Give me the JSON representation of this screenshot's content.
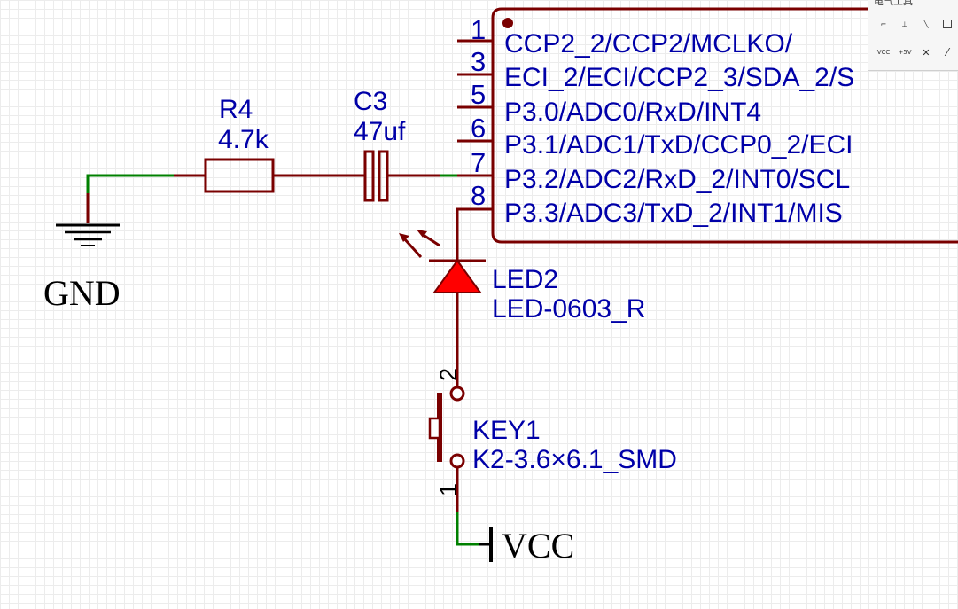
{
  "schematic": {
    "ground": {
      "label": "GND"
    },
    "resistor": {
      "designator": "R4",
      "value": "4.7k"
    },
    "capacitor": {
      "designator": "C3",
      "value": "47uf"
    },
    "led": {
      "designator": "LED2",
      "footprint": "LED-0603_R"
    },
    "key": {
      "designator": "KEY1",
      "footprint": "K2-3.6×6.1_SMD",
      "pin_top": "2",
      "pin_bottom": "1"
    },
    "power": {
      "label": "VCC"
    },
    "ic": {
      "pins": [
        {
          "number": "1",
          "name": "CCP2_2/CCP2/MCLKO/"
        },
        {
          "number": "3",
          "name": "ECI_2/ECI/CCP2_3/SDA_2/S"
        },
        {
          "number": "5",
          "name": "P3.0/ADC0/RxD/INT4"
        },
        {
          "number": "6",
          "name": "P3.1/ADC1/TxD/CCP0_2/ECI"
        },
        {
          "number": "7",
          "name": "P3.2/ADC2/RxD_2/INT0/SCL"
        },
        {
          "number": "8",
          "name": "P3.3/ADC3/TxD_2/INT1/MIS"
        }
      ]
    }
  },
  "toolbox": {
    "title": "电气工具",
    "tools": [
      {
        "name": "wire-tool",
        "glyph": "⌐"
      },
      {
        "name": "net-label-tool",
        "glyph": "⊥"
      },
      {
        "name": "line-tool",
        "glyph": "╲"
      },
      {
        "name": "extra-tool-1",
        "glyph": ""
      },
      {
        "name": "vcc-tool",
        "glyph": "VCC"
      },
      {
        "name": "plus5v-tool",
        "glyph": "+5V"
      },
      {
        "name": "no-connect-tool",
        "glyph": "✕"
      },
      {
        "name": "probe-tool",
        "glyph": "⁄"
      }
    ]
  },
  "colors": {
    "wire": "#008000",
    "component": "#7a0000",
    "text": "#0000a8",
    "led_fill": "#ff0000"
  }
}
